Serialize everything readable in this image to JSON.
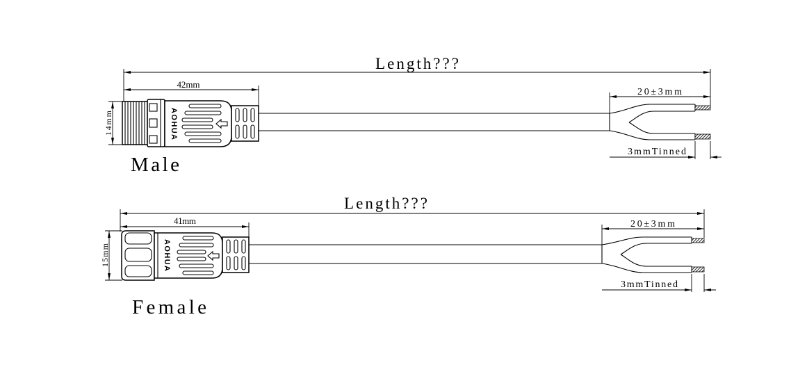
{
  "colors": {
    "line": "#000000",
    "background": "#ffffff",
    "tinned_end": "#000000"
  },
  "icons": {
    "alignment_arrow": "left-arrow-outline-icon"
  },
  "male": {
    "label": "Male",
    "length_label": "Length???",
    "connector_length": "42mm",
    "connector_diameter": "14mm",
    "strip_length": "20±3mm",
    "tinned_label": "3mmTinned",
    "logo": "AOHUA"
  },
  "female": {
    "label": "Female",
    "length_label": "Length???",
    "connector_length": "41mm",
    "connector_diameter": "15mm",
    "strip_length": "20±3mm",
    "tinned_label": "3mmTinned",
    "logo": "AOHUA"
  }
}
